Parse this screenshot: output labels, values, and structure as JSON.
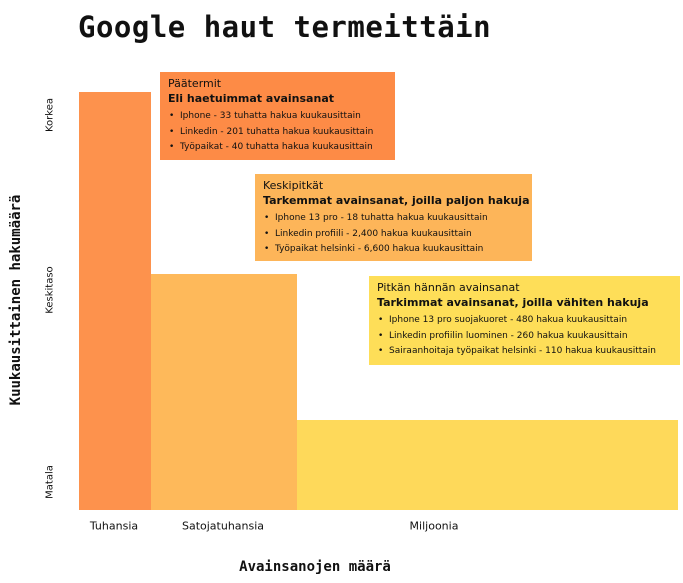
{
  "title": "Google haut termeittäin",
  "axes": {
    "ylabel": "Kuukausittainen hakumäärä",
    "xlabel": "Avainsanojen määrä",
    "yticks": [
      "Korkea",
      "Keskitaso",
      "Matala"
    ],
    "xticks": [
      "Tuhansia",
      "Satojatuhansia",
      "Miljoonia"
    ]
  },
  "colors": {
    "head_terms": "#fd924d",
    "mid_tail": "#feb95a",
    "long_tail": "#fed95a",
    "head_box": "#fd8b46",
    "mid_box": "#fdb559",
    "long_box": "#fede58"
  },
  "boxes": [
    {
      "category": "Päätermit",
      "heading": "Eli haetuimmat avainsanat",
      "items": [
        "Iphone - 33 tuhatta hakua kuukausittain",
        "Linkedin - 201 tuhatta hakua kuukausittain",
        "Työpaikat - 40 tuhatta hakua kuukausittain"
      ]
    },
    {
      "category": "Keskipitkät",
      "heading": "Tarkemmat avainsanat, joilla paljon hakuja",
      "items": [
        "Iphone 13 pro  - 18 tuhatta hakua kuukausittain",
        "Linkedin profiili -  2,400 hakua kuukausittain",
        "Työpaikat helsinki -  6,600 hakua kuukausittain"
      ]
    },
    {
      "category": "Pitkän hännän avainsanat",
      "heading": "Tarkimmat avainsanat, joilla vähiten hakuja",
      "items": [
        "Iphone 13 pro suojakuoret -  480 hakua kuukausittain",
        "Linkedin profiilin luominen -  260 hakua kuukausittain",
        "Sairaanhoitaja työpaikat helsinki -  110 hakua kuukausittain"
      ]
    }
  ]
}
